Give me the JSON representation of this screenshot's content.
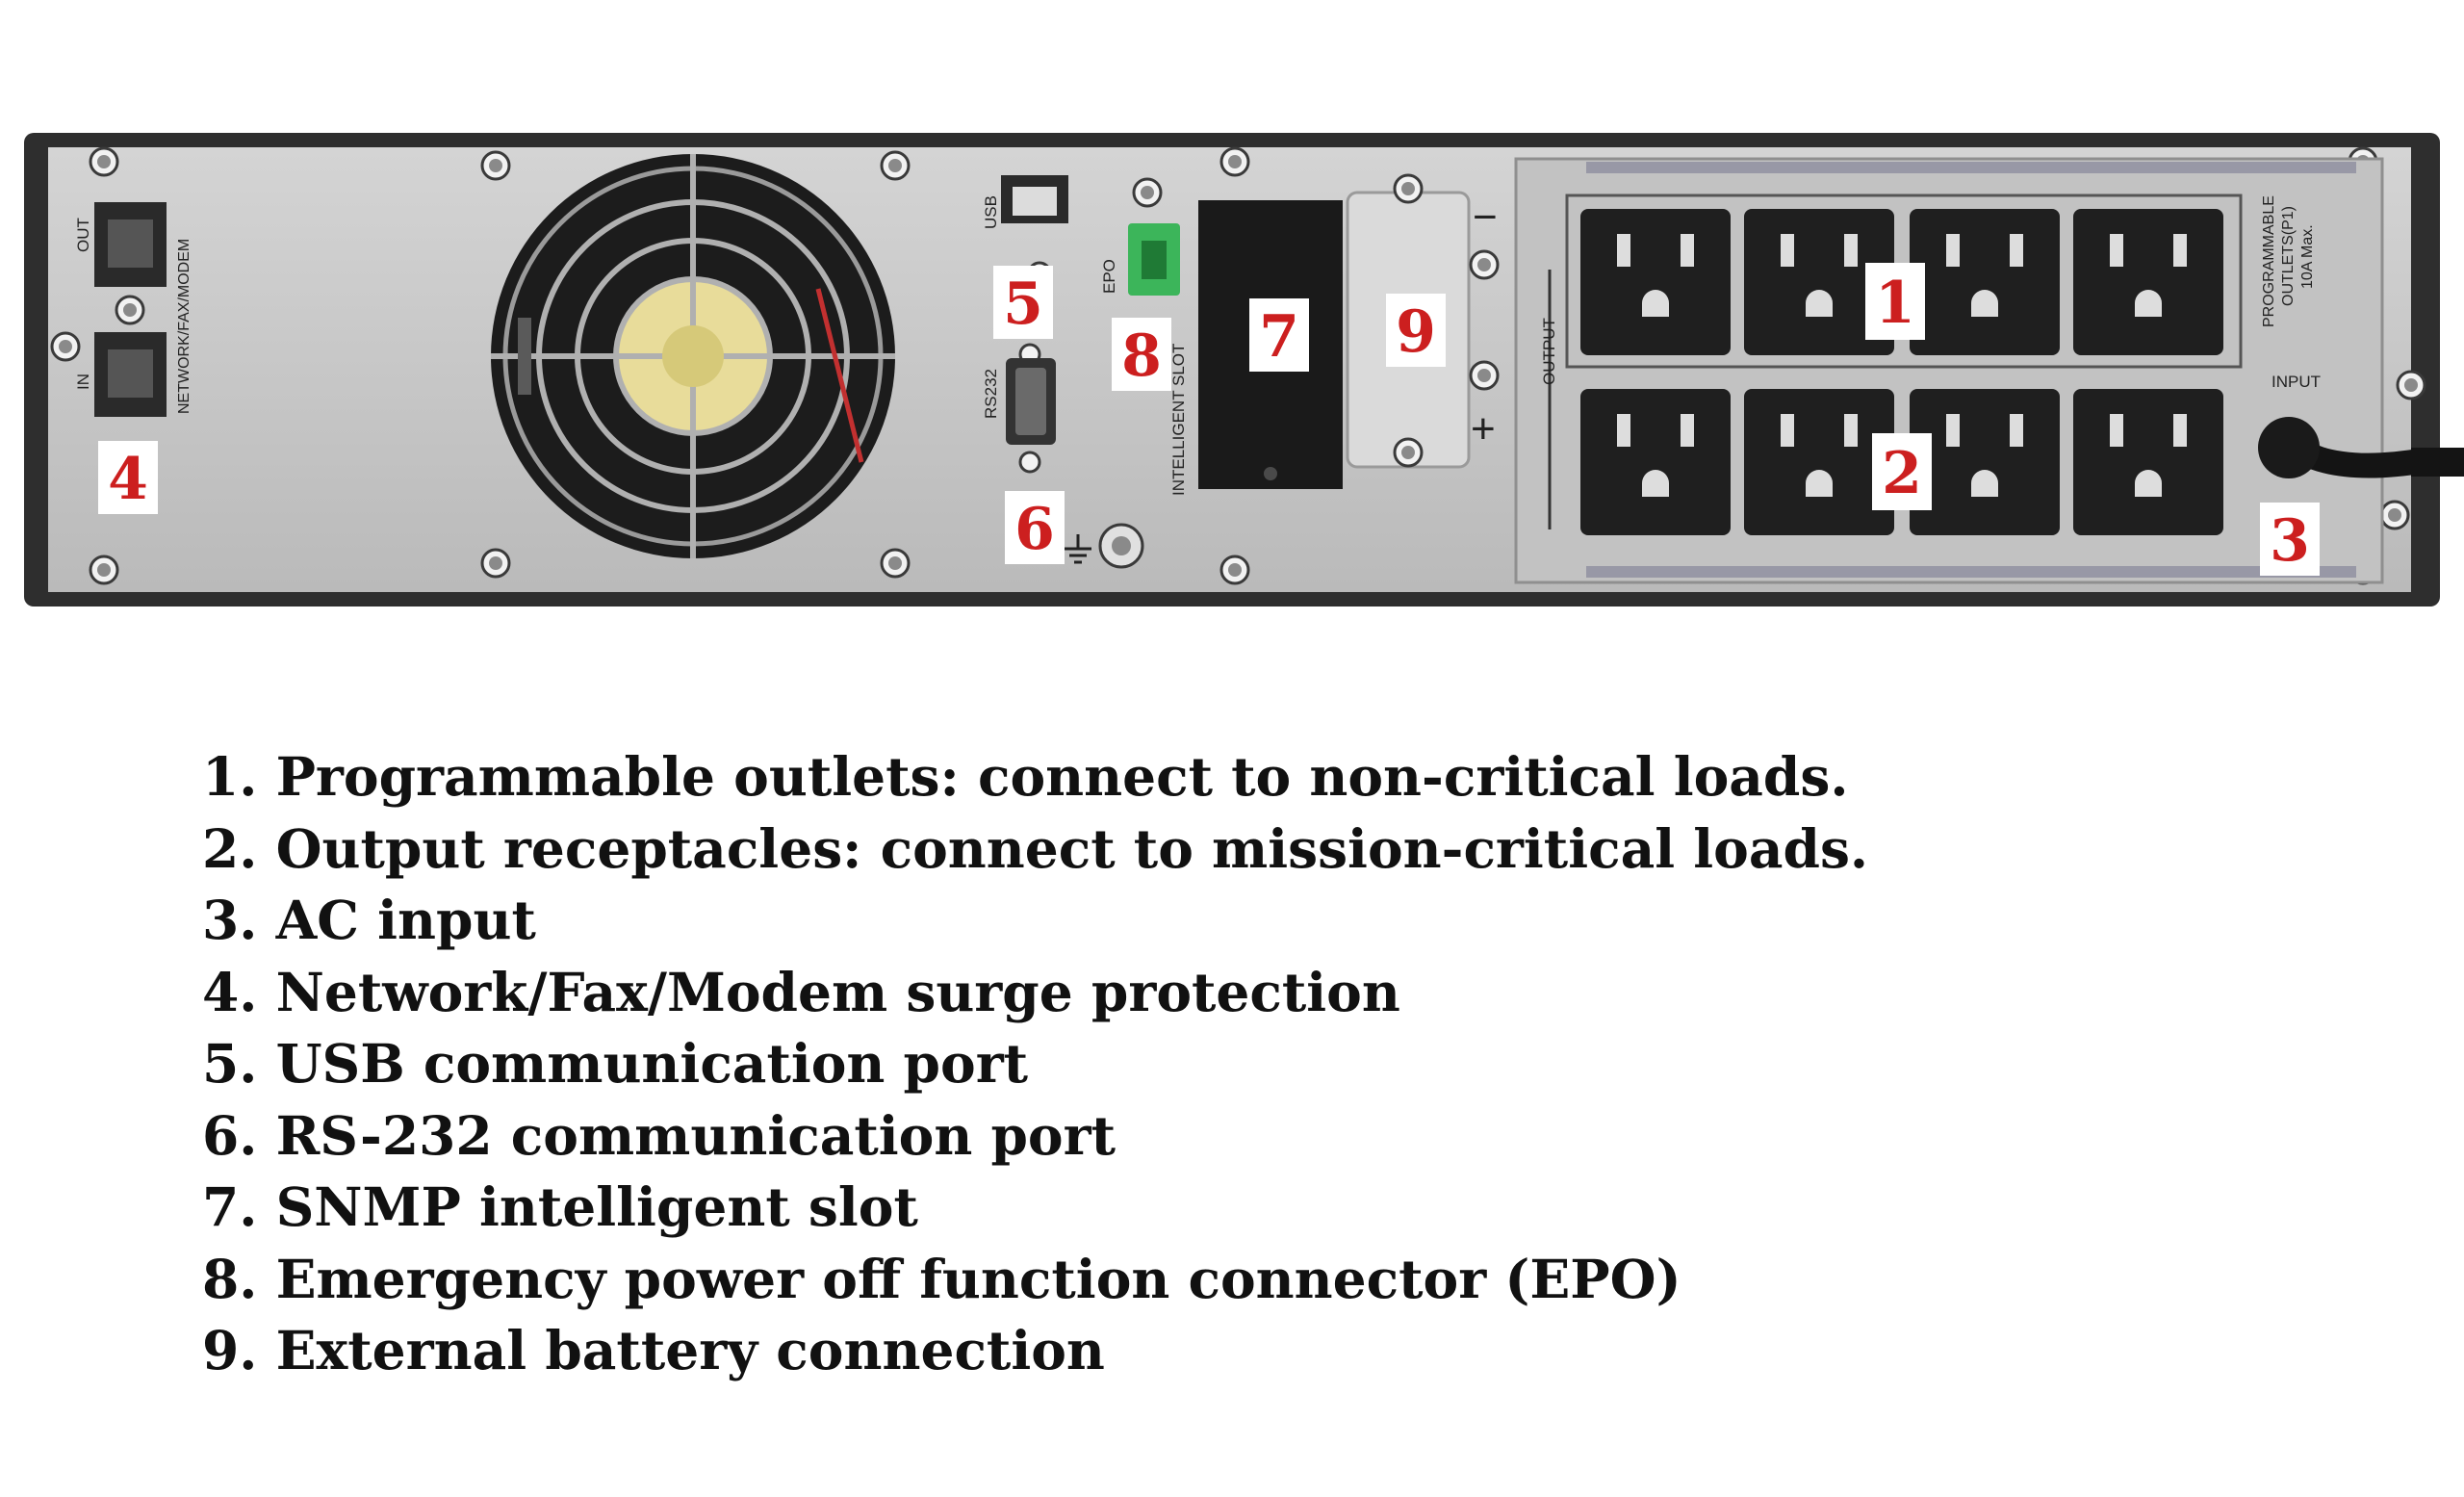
{
  "panel": {
    "labels": {
      "out": "OUT",
      "in": "IN",
      "network": "NETWORK/FAX/MODEM",
      "usb": "USB",
      "epo": "EPO",
      "rs232": "RS232",
      "intelligent_slot": "INTELLIGENT SLOT",
      "output": "OUTPUT",
      "programmable": "PROGRAMMABLE",
      "outlets_p1": "OUTLETS(P1)",
      "max_current": "10A Max.",
      "input": "INPUT",
      "minus": "−",
      "plus": "+"
    },
    "callouts": [
      "1",
      "2",
      "3",
      "4",
      "5",
      "6",
      "7",
      "8",
      "9"
    ],
    "colors": {
      "callout_text": "#cc1f1f",
      "panel_face": "#c6c6c6",
      "frame": "#2e2e2e",
      "outlet": "#1f1f1f",
      "epo_connector": "#3cb55a",
      "fan_label": "#e8dc9a"
    }
  },
  "legend": [
    "1. Programmable outlets: connect to non-critical loads.",
    "2. Output receptacles: connect to mission-critical loads.",
    "3. AC input",
    "4. Network/Fax/Modem surge protection",
    "5. USB communication port",
    "6. RS-232 communication port",
    "7. SNMP intelligent slot",
    "8. Emergency power off function connector (EPO)",
    "9. External battery connection"
  ]
}
